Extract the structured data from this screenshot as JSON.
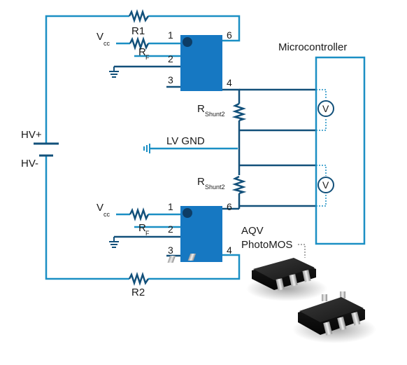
{
  "labels": {
    "r1": "R1",
    "r2": "R2",
    "vcc": "V",
    "vcc_sub": "cc",
    "rf": "R",
    "rf_sub": "F",
    "rshunt": "R",
    "rshunt_sub": "Shunt2",
    "hv_plus": "HV+",
    "hv_minus": "HV-",
    "lv_gnd": "LV GND",
    "microcontroller": "Microcontroller",
    "voltmeter": "V",
    "aqv_line1": "AQV",
    "aqv_line2": "PhotoMOS"
  },
  "pins": {
    "top": [
      "1",
      "2",
      "3",
      "4",
      "6"
    ],
    "bottom": [
      "1",
      "2",
      "3",
      "4",
      "6"
    ]
  },
  "colors": {
    "wire": "#1b8fc4",
    "wire_dark": "#12507a",
    "chip_blue": "#1678c2",
    "chip_dot": "#0d3d66",
    "microcontroller_border": "#1b8fc4",
    "text": "#1a1a1a"
  }
}
